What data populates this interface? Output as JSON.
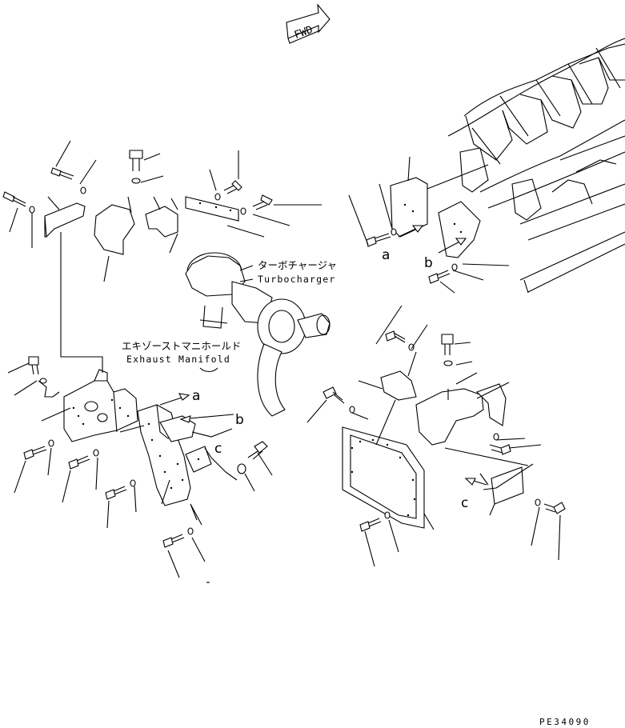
{
  "direction_label": "FWD",
  "labels": {
    "turbocharger_jp": "ターボチャージャ",
    "turbocharger_en": "Turbocharger",
    "exhaust_manifold_jp": "エキゾーストマニホールド",
    "exhaust_manifold_en": "Exhaust Manifold"
  },
  "callouts": {
    "a_top": "a",
    "b_top": "b",
    "a_left": "a",
    "b_left": "b",
    "c_left": "c",
    "c_right": "c"
  },
  "drawing_code": "PE34090"
}
